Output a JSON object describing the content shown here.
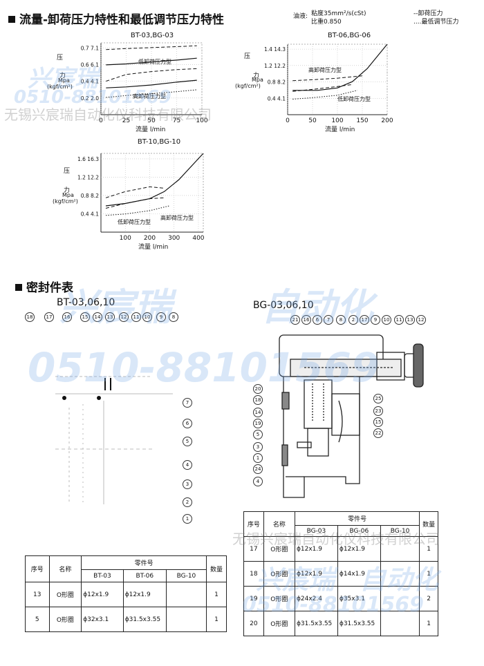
{
  "section1_title": "流量-卸荷压力特性和最低调节压力特性",
  "oil": {
    "label": "油液:",
    "viscosity": "粘度35mm²/s(cSt)",
    "gravity": "比重0.850"
  },
  "legend": {
    "dashed": "--卸荷压力",
    "dotted": "....最低调节压力"
  },
  "y_char1": "压",
  "y_char2": "力",
  "y_unit1": "Mpa",
  "y_unit2": "(kgf/cm²)",
  "x_axis_label": "流量  l/min",
  "chart_data": [
    {
      "type": "line",
      "title": "BT-03,BG-03",
      "x_ticks": [
        "0",
        "25",
        "50",
        "75",
        "100"
      ],
      "y_ticks": [
        "0.2  2.0",
        "0.4  4.1",
        "0.6  6.1",
        "0.7  7.1"
      ],
      "annotations": [
        "低卸荷压力型",
        "高卸荷压力型"
      ],
      "xlim": [
        0,
        100
      ],
      "ylim": [
        0,
        0.75
      ],
      "series": [
        {
          "style": "dashed",
          "x": [
            5,
            25,
            50,
            75,
            95
          ],
          "y": [
            0.68,
            0.69,
            0.7,
            0.71,
            0.72
          ]
        },
        {
          "style": "dashed",
          "x": [
            5,
            25,
            50,
            75,
            95
          ],
          "y": [
            0.35,
            0.42,
            0.45,
            0.47,
            0.48
          ]
        },
        {
          "style": "solid",
          "x": [
            5,
            25,
            50,
            75,
            95
          ],
          "y": [
            0.52,
            0.53,
            0.55,
            0.57,
            0.59
          ]
        },
        {
          "style": "solid",
          "x": [
            5,
            25,
            50,
            75,
            95
          ],
          "y": [
            0.28,
            0.29,
            0.31,
            0.34,
            0.36
          ]
        },
        {
          "style": "dotted",
          "x": [
            5,
            25,
            50,
            75,
            95
          ],
          "y": [
            0.18,
            0.2,
            0.22,
            0.24,
            0.26
          ]
        }
      ]
    },
    {
      "type": "line",
      "title": "BT-06,BG-06",
      "x_ticks": [
        "0",
        "50",
        "100",
        "150",
        "200"
      ],
      "y_ticks": [
        "0.4  4.1",
        "0.8  8.2",
        "1.2  12.2",
        "1.4  14.3"
      ],
      "annotations": [
        "高卸荷压力型",
        "低卸荷压力型"
      ],
      "xlim": [
        0,
        200
      ],
      "ylim": [
        0,
        1.45
      ],
      "series": [
        {
          "style": "solid",
          "x": [
            10,
            60,
            100,
            130,
            160,
            200
          ],
          "y": [
            0.5,
            0.5,
            0.55,
            0.68,
            0.95,
            1.45
          ]
        },
        {
          "style": "dashed",
          "x": [
            10,
            50,
            100,
            130,
            150
          ],
          "y": [
            0.7,
            0.72,
            0.75,
            0.78,
            0.8
          ]
        },
        {
          "style": "dashed",
          "x": [
            10,
            50,
            100,
            130
          ],
          "y": [
            0.48,
            0.52,
            0.58,
            0.62
          ]
        },
        {
          "style": "dotted",
          "x": [
            10,
            50,
            100,
            140
          ],
          "y": [
            0.32,
            0.35,
            0.4,
            0.5
          ]
        }
      ]
    },
    {
      "type": "line",
      "title": "BT-10,BG-10",
      "x_ticks": [
        "100",
        "200",
        "300",
        "400"
      ],
      "y_ticks": [
        "0.4  4.1",
        "0.8  8.2",
        "1.2  12.2",
        "1.6  16.3"
      ],
      "annotations": [
        "高卸荷压力型",
        "低卸荷压力型"
      ],
      "xlim": [
        0,
        420
      ],
      "ylim": [
        0,
        1.65
      ],
      "series": [
        {
          "style": "solid",
          "x": [
            20,
            100,
            200,
            260,
            320,
            420
          ],
          "y": [
            0.55,
            0.6,
            0.7,
            0.85,
            1.1,
            1.65
          ]
        },
        {
          "style": "dashed",
          "x": [
            20,
            100,
            200,
            260
          ],
          "y": [
            0.72,
            0.85,
            0.95,
            0.92
          ]
        },
        {
          "style": "dashed",
          "x": [
            20,
            100,
            200,
            260
          ],
          "y": [
            0.5,
            0.6,
            0.7,
            0.72
          ]
        },
        {
          "style": "dotted",
          "x": [
            20,
            100,
            200,
            280
          ],
          "y": [
            0.35,
            0.38,
            0.45,
            0.55
          ]
        }
      ]
    }
  ],
  "section2_title": "密封件表",
  "bt_label": "BT-03,06,10",
  "bg_label": "BG-03,06,10",
  "bt_callouts_row": [
    "18",
    "17",
    "16",
    "15",
    "14",
    "13",
    "12",
    "11",
    "10",
    "9",
    "8"
  ],
  "bt_callouts_col": [
    "7",
    "6",
    "5",
    "4",
    "3",
    "2",
    "1"
  ],
  "bg_callouts_top": [
    "21",
    "16",
    "6",
    "7",
    "8",
    "2",
    "17",
    "9",
    "10",
    "11",
    "13",
    "12"
  ],
  "bg_callouts_left": [
    "20",
    "18",
    "14",
    "19",
    "5",
    "3",
    "1",
    "24",
    "4"
  ],
  "bg_callouts_right": [
    "25",
    "23",
    "15",
    "22"
  ],
  "table_headers": {
    "no": "序号",
    "name": "名称",
    "part": "零件号",
    "c1": "BT-03",
    "c2": "BT-06",
    "c3": "BG-10",
    "qty": "数量",
    "d1": "BG-03",
    "d2": "BG-06",
    "d3": "BG-10"
  },
  "table_left": [
    {
      "no": "13",
      "name": "O形圈",
      "c1": "ɸ12x1.9",
      "c2": "ɸ12x1.9",
      "c3": "",
      "qty": "1"
    },
    {
      "no": "5",
      "name": "O形圈",
      "c1": "ɸ32x3.1",
      "c2": "ɸ31.5x3.55",
      "c3": "",
      "qty": "1"
    }
  ],
  "table_right": [
    {
      "no": "17",
      "name": "O形圈",
      "c1": "ɸ12x1.9",
      "c2": "ɸ12x1.9",
      "c3": "",
      "qty": "1"
    },
    {
      "no": "18",
      "name": "O形圈",
      "c1": "ɸ12x1.9",
      "c2": "ɸ14x1.9",
      "c3": "",
      "qty": "1"
    },
    {
      "no": "19",
      "name": "O形圈",
      "c1": "ɸ24x2.4",
      "c2": "ɸ35x3.1",
      "c3": "",
      "qty": "2"
    },
    {
      "no": "20",
      "name": "O形圈",
      "c1": "ɸ31.5x3.55",
      "c2": "ɸ31.5x3.55",
      "c3": "",
      "qty": "1"
    }
  ],
  "watermarks": {
    "brand": "兴宸瑞",
    "brand2": "自动化",
    "phone": "0510-88101569",
    "company": "无锡兴宸瑞自动化仪科技有限公司"
  }
}
